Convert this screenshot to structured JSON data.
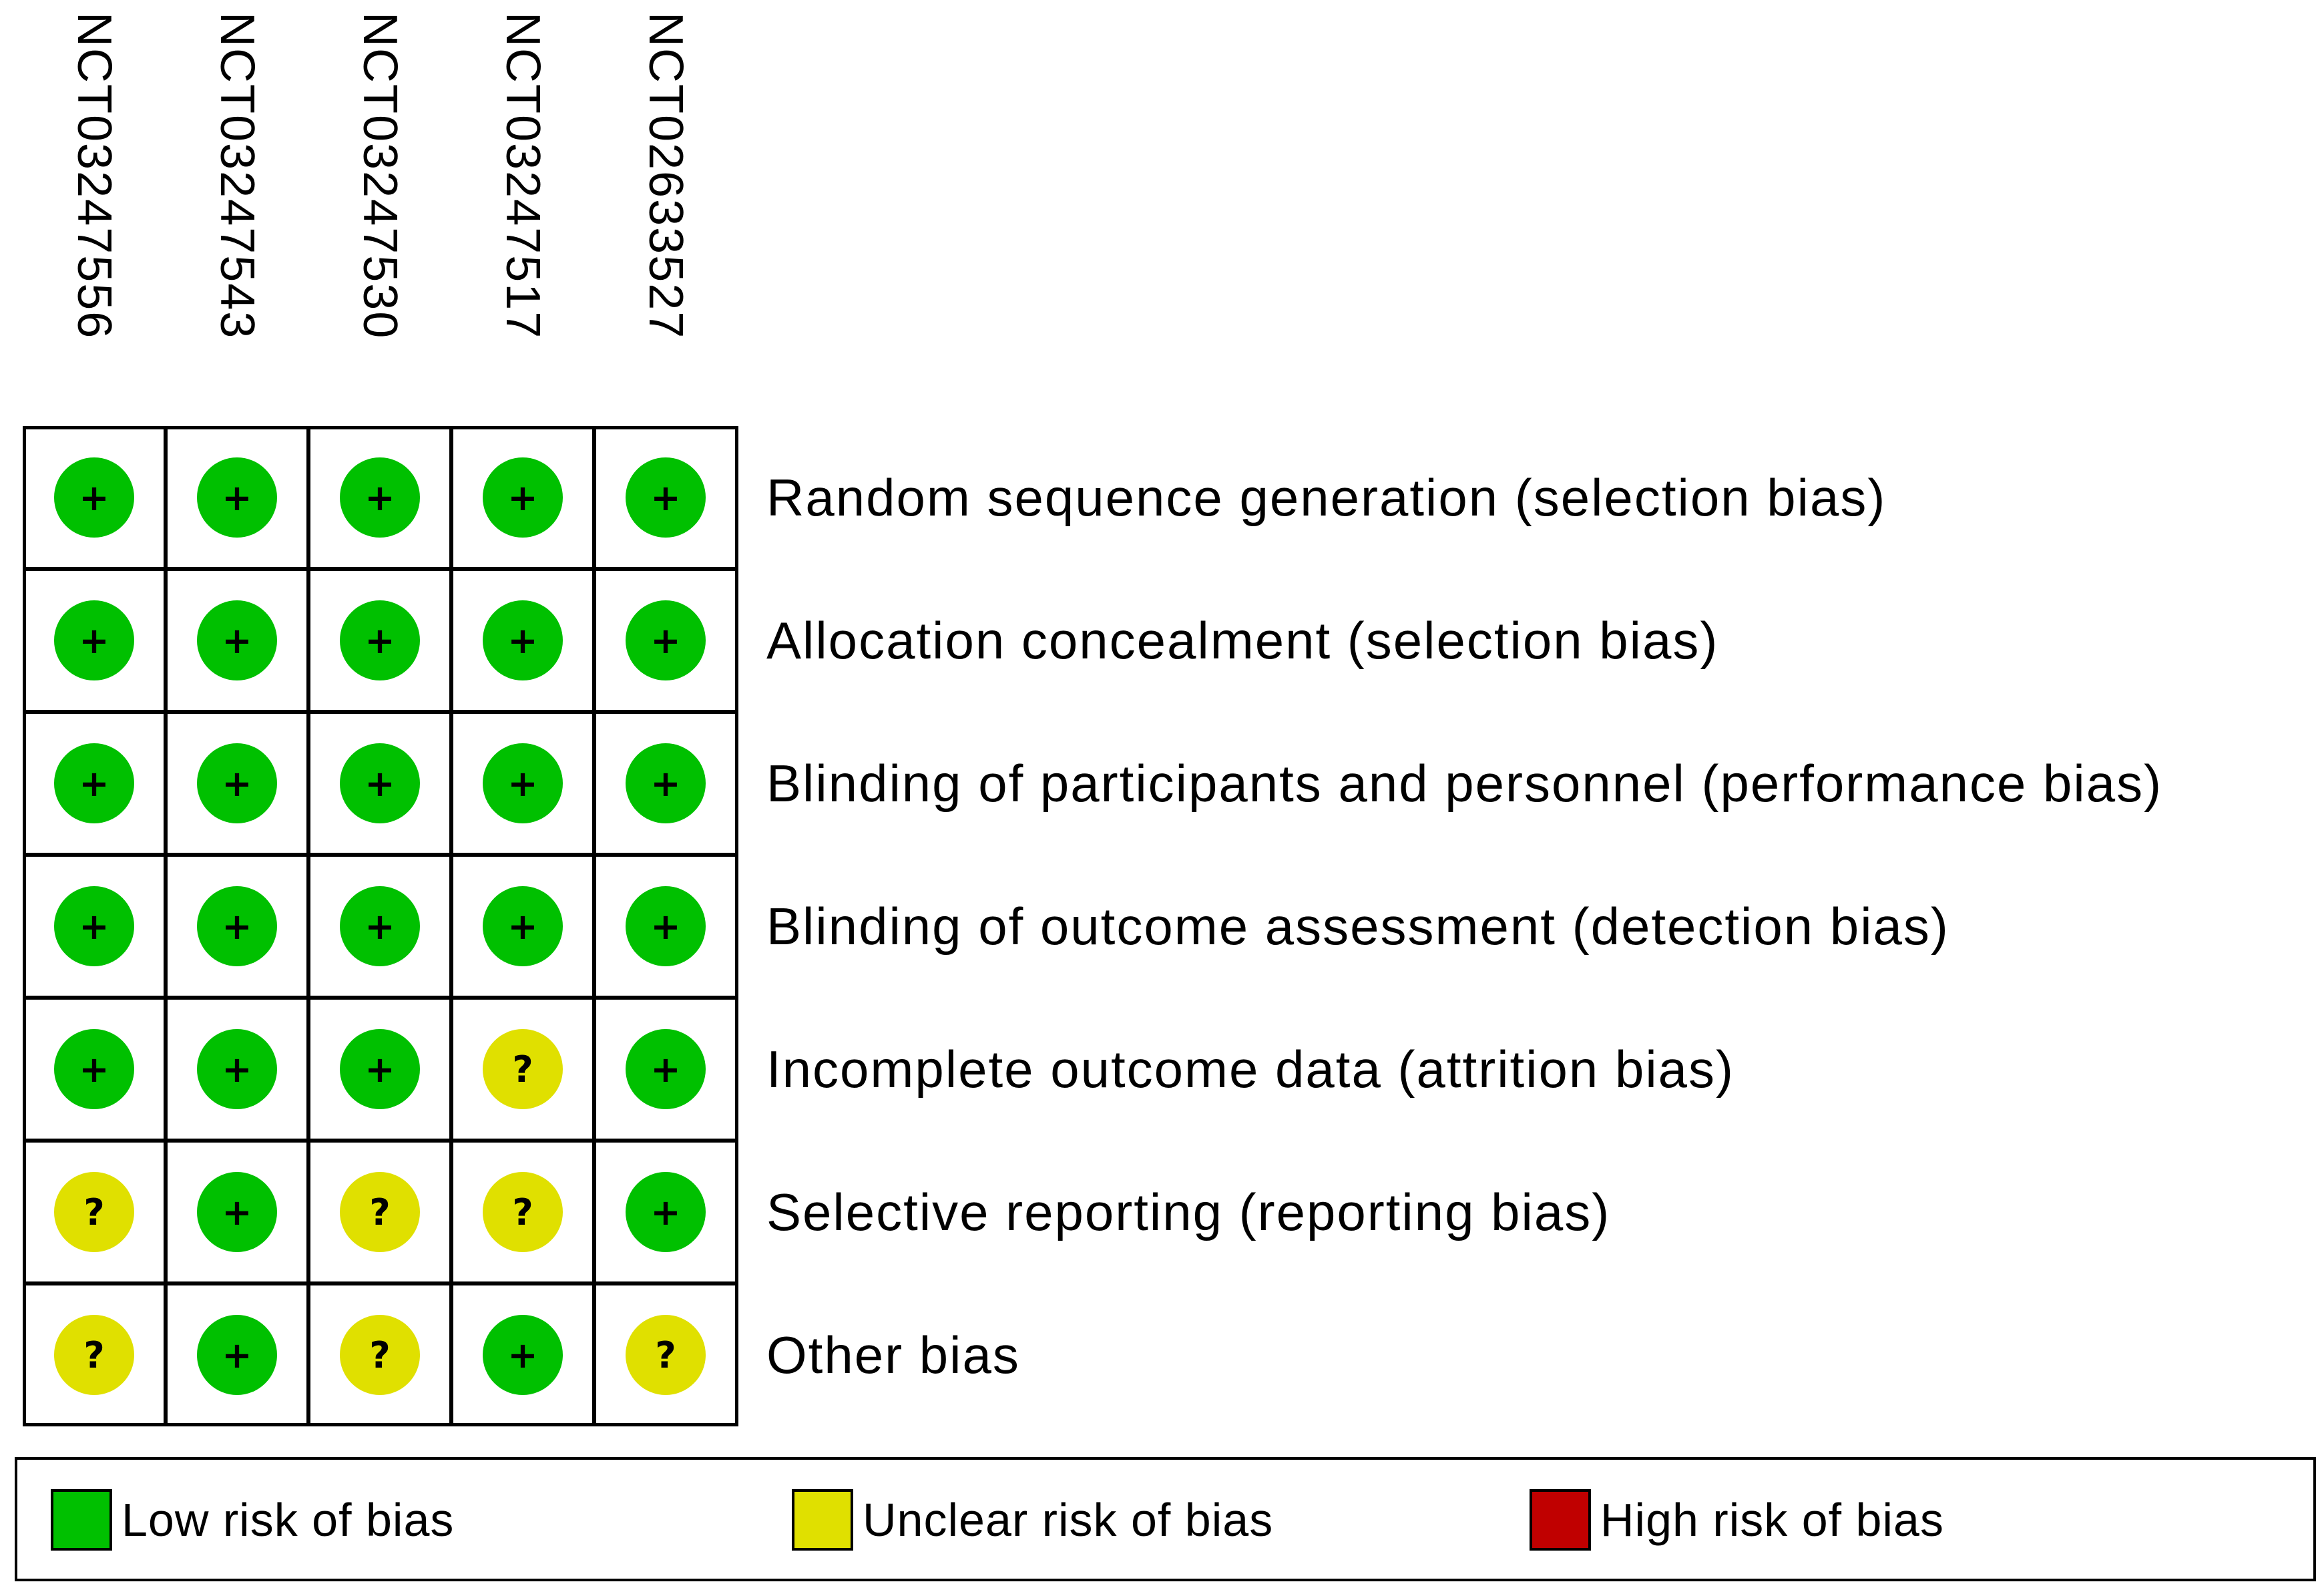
{
  "chart_data": {
    "type": "table",
    "studies": [
      "NCT03247556",
      "NCT03247543",
      "NCT03247530",
      "NCT03247517",
      "NCT02633527"
    ],
    "domains": [
      "Random sequence generation (selection bias)",
      "Allocation concealment (selection bias)",
      "Blinding of participants and personnel (performance bias)",
      "Blinding of outcome assessment (detection bias)",
      "Incomplete outcome data (attrition bias)",
      "Selective reporting (reporting bias)",
      "Other bias"
    ],
    "judgements": [
      [
        "low",
        "low",
        "low",
        "low",
        "low"
      ],
      [
        "low",
        "low",
        "low",
        "low",
        "low"
      ],
      [
        "low",
        "low",
        "low",
        "low",
        "low"
      ],
      [
        "low",
        "low",
        "low",
        "low",
        "low"
      ],
      [
        "low",
        "low",
        "low",
        "unclear",
        "low"
      ],
      [
        "unclear",
        "low",
        "unclear",
        "unclear",
        "low"
      ],
      [
        "unclear",
        "low",
        "unclear",
        "low",
        "unclear"
      ]
    ],
    "symbols": {
      "low": "+",
      "unclear": "?",
      "high": "-"
    },
    "legend": [
      {
        "key": "low",
        "label": "Low risk of bias"
      },
      {
        "key": "unclear",
        "label": "Unclear risk of bias"
      },
      {
        "key": "high",
        "label": "High risk of bias"
      }
    ],
    "colors": {
      "low": "#00c000",
      "unclear": "#e0e000",
      "high": "#c00000"
    }
  }
}
